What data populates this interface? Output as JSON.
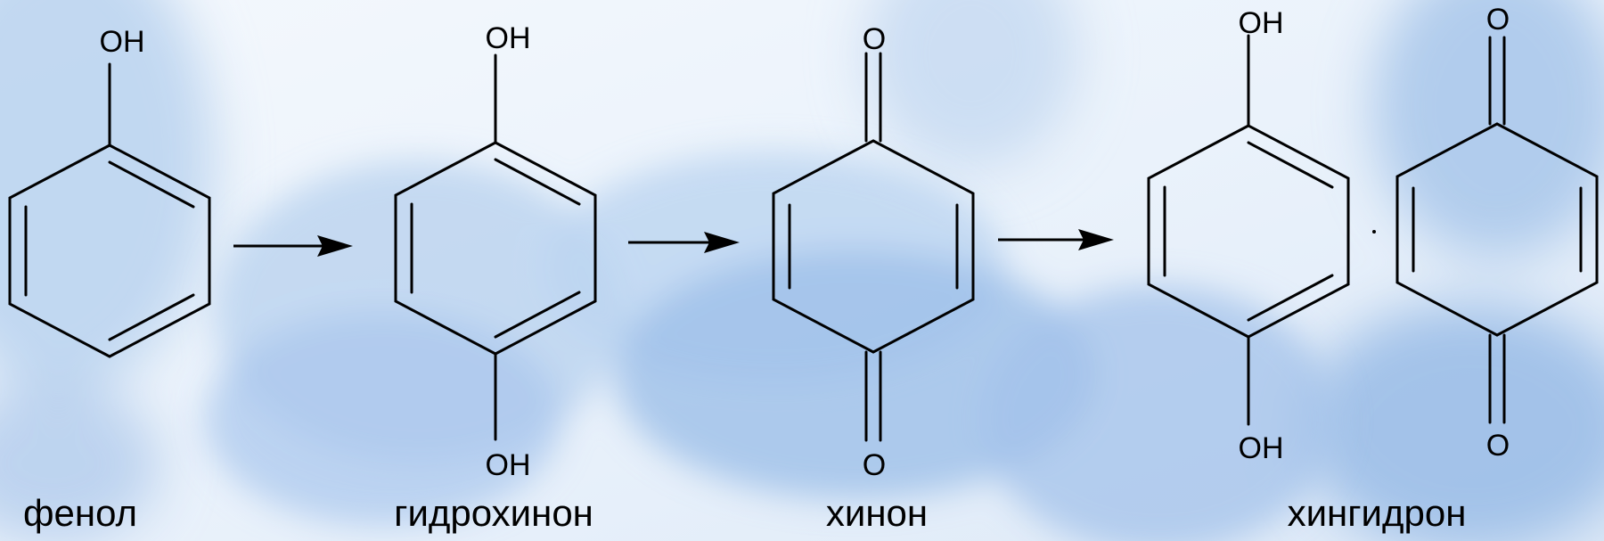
{
  "scheme": {
    "compounds": {
      "phenol": {
        "name": "фенол",
        "substituents": [
          "OH"
        ]
      },
      "hydroquinone": {
        "name": "гидрохинон",
        "substituents": [
          "OH",
          "OH"
        ]
      },
      "quinone": {
        "name": "хинон",
        "substituents": [
          "O",
          "O"
        ]
      },
      "quinhydrone": {
        "name": "хингидрон",
        "hydroquinone_part": [
          "OH",
          "OH"
        ],
        "quinone_part": [
          "O",
          "O"
        ]
      }
    },
    "colors": {
      "background": "#eef5fc",
      "tablet": "#9dbfe6",
      "lines": "#000000"
    }
  }
}
